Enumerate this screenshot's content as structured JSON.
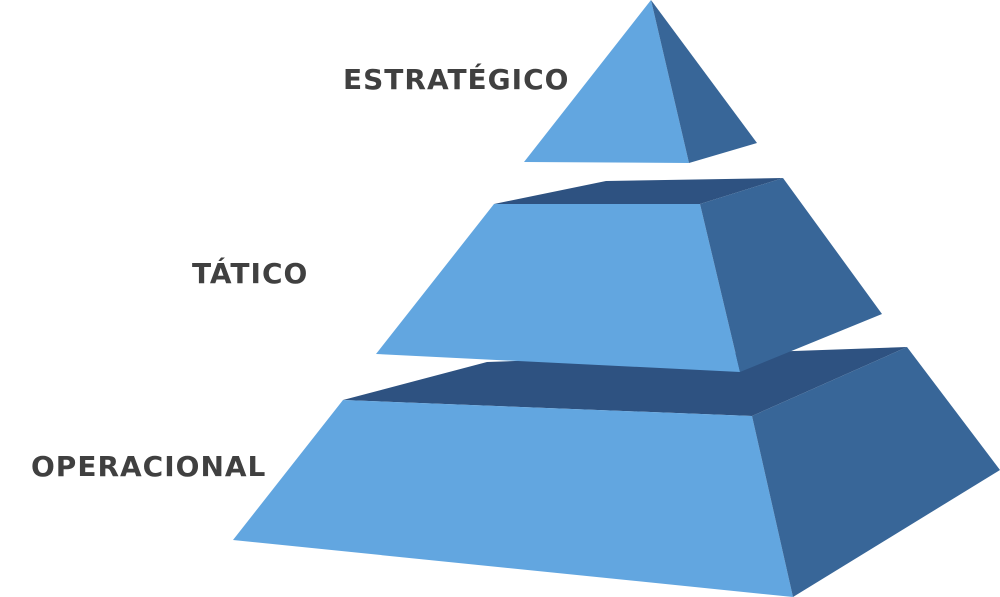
{
  "pyramid": {
    "levels": [
      {
        "label": "ESTRATÉGICO"
      },
      {
        "label": "TÁTICO"
      },
      {
        "label": "OPERACIONAL"
      }
    ]
  },
  "colors": {
    "front_face": "#62A6E0",
    "side_face": "#386698",
    "top_face": "#2E5281",
    "label_text": "#404040"
  }
}
